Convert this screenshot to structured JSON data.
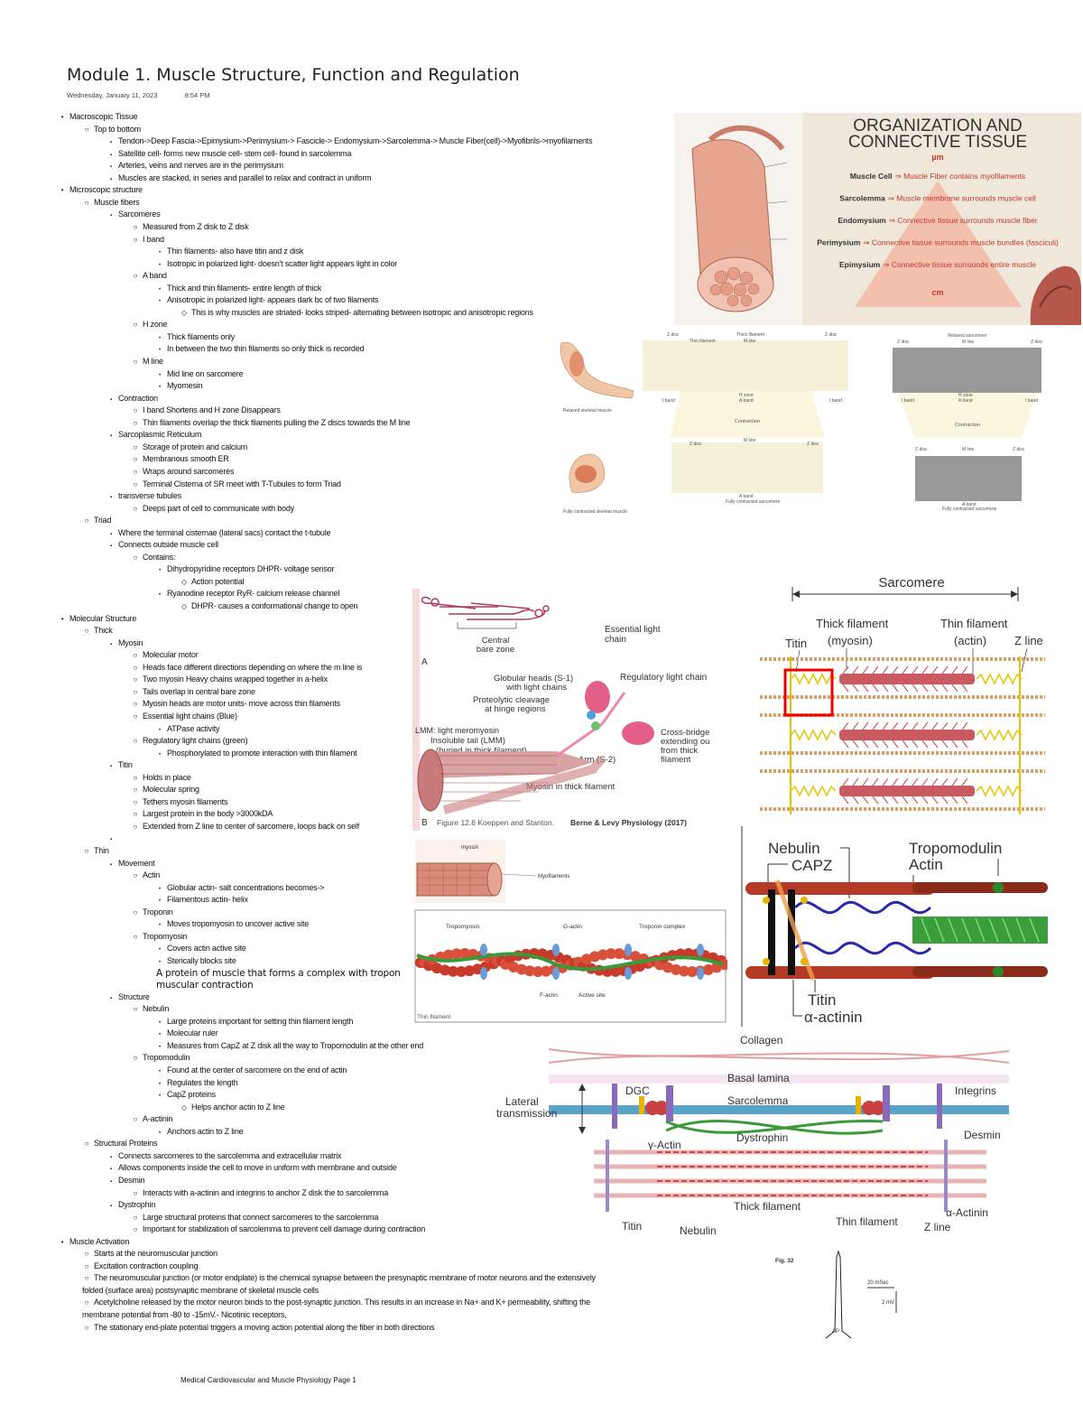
{
  "page": {
    "title": "Module 1. Muscle Structure, Function and Regulation",
    "date": "Wednesday, January 11, 2023",
    "time": "8:54 PM",
    "footer": "Medical Cardiovascular and Muscle Physiology Page 1"
  },
  "notes": [
    {
      "lvl": 0,
      "t": "Macroscopic Tissue"
    },
    {
      "lvl": 1,
      "t": "Top to bottom"
    },
    {
      "lvl": 2,
      "t": "Tendon->Deep Fascia->Epimysium->Perimysium-> Fascicle-> Endomysium->Sarcolemma-> Muscle Fiber(cell)->Myofibrils->myofilaments"
    },
    {
      "lvl": 2,
      "t": "Satellite cell- forms new muscle cell- stem cell- found in sarcolemma"
    },
    {
      "lvl": 2,
      "t": "Arteries, veins and nerves are in the perimysium"
    },
    {
      "lvl": 2,
      "t": "Muscles are stacked, in series and parallel to relax and contract in uniform"
    },
    {
      "lvl": 0,
      "t": "Microscopic structure"
    },
    {
      "lvl": 1,
      "t": "Muscle fibers"
    },
    {
      "lvl": 2,
      "t": "Sarcomeres"
    },
    {
      "lvl": 3,
      "t": "Measured from Z disk to Z disk"
    },
    {
      "lvl": 3,
      "t": "I band"
    },
    {
      "lvl": 4,
      "t": "Thin filaments- also have titin and z disk"
    },
    {
      "lvl": 4,
      "t": "Isotropic in polarized light- doesn't scatter light appears light in color"
    },
    {
      "lvl": 3,
      "t": "A band"
    },
    {
      "lvl": 4,
      "t": "Thick and thin filaments- entire length of thick"
    },
    {
      "lvl": 4,
      "t": "Anisotropic in polarized light- appears dark bc of two filaments"
    },
    {
      "lvl": 5,
      "t": "This is why muscles are striated- looks striped- alternating between isotropic and anisotropic regions"
    },
    {
      "lvl": 3,
      "t": "H zone"
    },
    {
      "lvl": 4,
      "t": "Thick filaments only"
    },
    {
      "lvl": 4,
      "t": "In between the two thin filaments so only thick is recorded"
    },
    {
      "lvl": 3,
      "t": "M line"
    },
    {
      "lvl": 4,
      "t": "Mid line on sarcomere"
    },
    {
      "lvl": 4,
      "t": "Myomesin"
    },
    {
      "lvl": 2,
      "t": "Contraction"
    },
    {
      "lvl": 3,
      "t": "I band Shortens and H zone Disappears"
    },
    {
      "lvl": 3,
      "t": "Thin filaments overlap the thick filaments pulling the Z discs towards the M line"
    },
    {
      "lvl": 2,
      "t": "Sarcoplasmic Reticulum"
    },
    {
      "lvl": 3,
      "t": "Storage of protein and calcium"
    },
    {
      "lvl": 3,
      "t": "Membranous smooth ER"
    },
    {
      "lvl": 3,
      "t": "Wraps around sarcomeres"
    },
    {
      "lvl": 3,
      "t": "Terminal Cisterna of SR meet with T-Tubules to form Triad"
    },
    {
      "lvl": 2,
      "t": "transverse tubules"
    },
    {
      "lvl": 3,
      "t": "Deeps part of cell to communicate with body"
    },
    {
      "lvl": 1,
      "t": "Triad"
    },
    {
      "lvl": 2,
      "t": "Where the terminal cisternae (lateral sacs) contact the t-tubule"
    },
    {
      "lvl": 2,
      "t": "Connects outside muscle cell"
    },
    {
      "lvl": 3,
      "t": "Contains:"
    },
    {
      "lvl": 4,
      "t": "Dihydropyridine receptors DHPR- voltage sensor"
    },
    {
      "lvl": 5,
      "t": "Action potential"
    },
    {
      "lvl": 4,
      "t": "Ryanodine receptor RyR- calcium release channel"
    },
    {
      "lvl": 5,
      "t": "DHPR- causes a conformational change to open"
    },
    {
      "lvl": 0,
      "t": "Molecular Structure"
    },
    {
      "lvl": 1,
      "t": "Thick"
    },
    {
      "lvl": 2,
      "t": "Myosin"
    },
    {
      "lvl": 3,
      "t": "Molecular motor"
    },
    {
      "lvl": 3,
      "t": "Heads face different directions depending on where the m line is"
    },
    {
      "lvl": 3,
      "t": "Two myosin Heavy chains wrapped together in a-helix"
    },
    {
      "lvl": 3,
      "t": "Tails overlap in central bare zone"
    },
    {
      "lvl": 3,
      "t": "Myosin heads are motor units- move across thin filaments"
    },
    {
      "lvl": 3,
      "t": "Essential light chains (Blue)"
    },
    {
      "lvl": 4,
      "t": "ATPase activity"
    },
    {
      "lvl": 3,
      "t": "Regulatory light chains (green)"
    },
    {
      "lvl": 4,
      "t": "Phosphorylated to promote interaction with thin filament"
    },
    {
      "lvl": 2,
      "t": "Titin"
    },
    {
      "lvl": 3,
      "t": "Holds in place"
    },
    {
      "lvl": 3,
      "t": "Molecular spring"
    },
    {
      "lvl": 3,
      "t": "Tethers myosin filaments"
    },
    {
      "lvl": 3,
      "t": "Largest protein in the body >3000kDA"
    },
    {
      "lvl": 3,
      "t": "Extended from Z line to center of sarcomere, loops back on self"
    },
    {
      "lvl": 2,
      "t": ""
    },
    {
      "lvl": 1,
      "t": "Thin"
    },
    {
      "lvl": 2,
      "t": "Movement"
    },
    {
      "lvl": 3,
      "t": "Actin"
    },
    {
      "lvl": 4,
      "t": "Globular actin- salt concentrations becomes->"
    },
    {
      "lvl": 4,
      "t": "Filamentous actin- helix"
    },
    {
      "lvl": 3,
      "t": "Troponin"
    },
    {
      "lvl": 4,
      "t": "Moves tropomyosin to uncover active site"
    },
    {
      "lvl": 3,
      "t": "Tropomyosin"
    },
    {
      "lvl": 4,
      "t": "Covers actin active site"
    },
    {
      "lvl": 4,
      "t": "Sterically blocks site"
    },
    {
      "lvl": -1,
      "t": "A protein of muscle that forms a complex with tropon"
    },
    {
      "lvl": -1,
      "t": "muscular contraction"
    },
    {
      "lvl": 2,
      "t": "Structure"
    },
    {
      "lvl": 3,
      "t": "Nebulin"
    },
    {
      "lvl": 4,
      "t": "Large proteins important for setting thin filament length"
    },
    {
      "lvl": 4,
      "t": "Molecular ruler"
    },
    {
      "lvl": 4,
      "t": "Measures from CapZ at Z disk all the way to Tropomodulin at the other end"
    },
    {
      "lvl": 3,
      "t": "Tropomodulin"
    },
    {
      "lvl": 4,
      "t": "Found at the center of sarcomere on the end of actin"
    },
    {
      "lvl": 4,
      "t": "Regulates the length"
    },
    {
      "lvl": 4,
      "t": "CapZ proteins"
    },
    {
      "lvl": 5,
      "t": "Helps anchor actin to Z line"
    },
    {
      "lvl": 3,
      "t": "A-actinin"
    },
    {
      "lvl": 4,
      "t": "Anchors actin to Z line"
    },
    {
      "lvl": 1,
      "t": "Structural Proteins"
    },
    {
      "lvl": 2,
      "t": "Connects sarcomeres to the sarcolemma and extracellular matrix"
    },
    {
      "lvl": 2,
      "t": "Allows components inside the cell to move in uniform with membrane and outside"
    },
    {
      "lvl": 2,
      "t": "Desmin"
    },
    {
      "lvl": 3,
      "t": "Interacts with a-actinin and integrins to anchor Z disk the to sarcolemma"
    },
    {
      "lvl": 2,
      "t": "Dystrophin"
    },
    {
      "lvl": 3,
      "t": "Large structural proteins that connect sarcomeres to the sarcolemma"
    },
    {
      "lvl": 3,
      "t": "Important for stabilization of sarcolemma to prevent cell damage during contraction"
    },
    {
      "lvl": 0,
      "t": "Muscle Activation"
    },
    {
      "lvl": 1,
      "t": "Starts at the neuromuscular junction"
    },
    {
      "lvl": 1,
      "t": "Excitation contraction coupling"
    },
    {
      "lvl": 1,
      "t": "The neuromuscular junction (or motor endplate) is the chemical synapse between the presynaptic membrane of motor neurons and the extensively"
    },
    {
      "lvl": -2,
      "t": "folded (surface area) postsynaptic membrane of skeletal muscle cells"
    },
    {
      "lvl": 1,
      "t": "Acetylcholine released by the motor neuron binds to the post-synaptic junction. This results in an increase in Na+ and K+ permeability, shifting the"
    },
    {
      "lvl": -2,
      "t": "membrane potential from -80 to -15mV.- Nicotinic receptors,"
    },
    {
      "lvl": 1,
      "t": "The stationary end-plate potential triggers a moving action potential along the fiber in both directions"
    }
  ],
  "fig_organization": {
    "title1": "ORGANIZATION AND",
    "title2": "CONNECTIVE TISSUE",
    "unit_top": "µm",
    "unit_bottom": "cm",
    "rows": [
      {
        "term": "Muscle Cell",
        "def": "⇒ Muscle Fiber contains myofilaments"
      },
      {
        "term": "Sarcolemma",
        "def": "⇒ Muscle membrane surrounds muscle cell"
      },
      {
        "term": "Endomysium",
        "def": "⇒ Connective tissue surrounds muscle fiber"
      },
      {
        "term": "Perimysium",
        "def": "⇒ Connective tissue surrounds muscle bundles (fasciculi)"
      },
      {
        "term": "Epimysium",
        "def": "⇒ Connective tissue surrounds entire muscle"
      }
    ]
  },
  "fig_contraction": {
    "relaxed": "Relaxed skeletal muscle",
    "contracted": "Fully contracted skeletal muscle",
    "relaxed_sarcomere": "Relaxed sarcomere",
    "contracted_sarcomere": "Fully contracted sarcomere",
    "contraction": "Contraction",
    "z_disc": "Z disc",
    "m_line": "M line",
    "thin": "Thin filament",
    "thick": "Thick filament",
    "i_band": "I band",
    "a_band": "A band",
    "h_zone": "H zone"
  },
  "fig_sarcomere": {
    "title": "Sarcomere",
    "titin": "Titin",
    "thick1": "Thick filament",
    "thick2": "(myosin)",
    "thin1": "Thin filament",
    "thin2": "(actin)",
    "zline": "Z line"
  },
  "fig_myosin": {
    "letter_a": "A",
    "letter_b": "B",
    "central": "Central",
    "bare_zone": "bare zone",
    "essential1": "Essential light",
    "essential2": "chain",
    "globular1": "Globular heads (S-1)",
    "globular2": "with light chains",
    "regulatory": "Regulatory light chain",
    "proteolytic1": "Proteolytic cleavage",
    "proteolytic2": "at hinge regions",
    "lmm1": "LMM: light meromyosin",
    "lmm2": "Insoluble tail (LMM)",
    "lmm3": "(buried in thick filament)",
    "cross1": "Cross-bridge",
    "cross2": "extending ou",
    "cross3": "from thick",
    "cross4": "filament",
    "arm": "Arm (S-2)",
    "myosin_thick": "Myosin in thick filament",
    "caption_a": "Figure 12.6 Koeppen and Stanton.",
    "caption_b": "Berne & Levy Physiology (2017)"
  },
  "fig_thin": {
    "myosin": "myosin",
    "myofilaments": "Myofilaments",
    "tropomyosin": "Tropomyosin",
    "gactin": "G-actin",
    "troponin": "Troponin complex",
    "factin": "F-actin",
    "active": "Active site",
    "caption": "Thin filament"
  },
  "fig_nebulin": {
    "nebulin": "Nebulin",
    "capz": "CAPZ",
    "tropomodulin": "Tropomodulin",
    "actin": "Actin",
    "titin": "Titin",
    "aactinin": "α-actinin"
  },
  "fig_costamere": {
    "collagen": "Collagen",
    "basal": "Basal lamina",
    "dgc": "DGC",
    "integrins": "Integrins",
    "sarcolemma": "Sarcolemma",
    "lateral1": "Lateral",
    "lateral2": "transmission",
    "desmin": "Desmin",
    "gactin": "γ-Actin",
    "dystrophin": "Dystrophin",
    "thick": "Thick filament",
    "aactinin": "α-Actinin",
    "titin": "Titin",
    "nebulin": "Nebulin",
    "thin": "Thin filament",
    "zline": "Z line"
  },
  "fig_ap": {
    "fig": "Fig. 32",
    "msec": "20 mSec",
    "mv": "2 mV",
    "ap": "AP"
  }
}
